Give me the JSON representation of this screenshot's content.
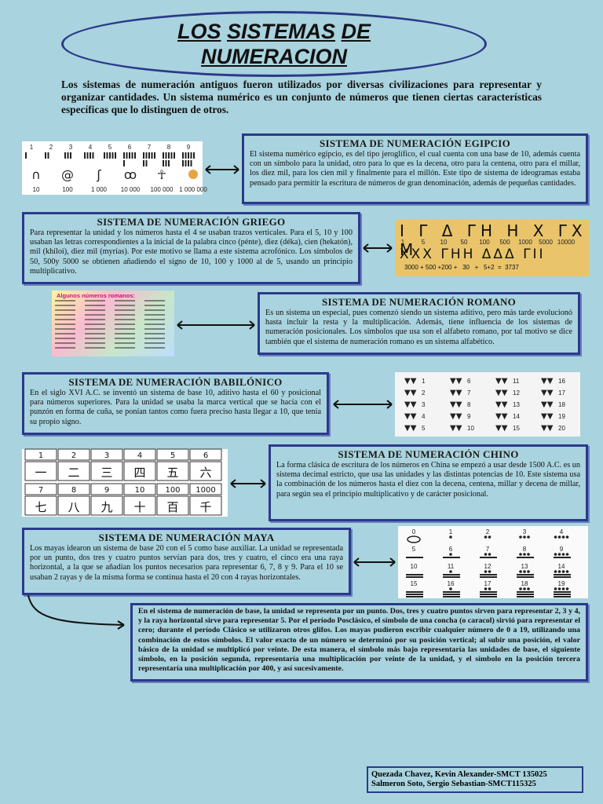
{
  "title": {
    "w1": "LOS",
    "w2": "SISTEMAS",
    "w3": "DE",
    "w4": "NUMERACION"
  },
  "intro": "Los sistemas de numeración antiguos fueron utilizados por diversas civilizaciones para representar y organizar cantidades. Un sistema numérico es un conjunto de números que tienen ciertas características específicas que lo distinguen de otros.",
  "egipcio": {
    "heading": "SISTEMA DE NUMERACIÓN EGIPCIO",
    "text": "El sistema numérico egipcio, es del tipo jeroglífico, el cual cuenta con una base de 10, además cuenta con un símbolo para la unidad, otro para lo que es la decena, otro para la centena, otro para el millar, los diez mil, para los cien mil y finalmente para el millón. Este tipo de sistema de ideogramas estaba pensado para permitir la escritura de números de gran denominación, además de pequeñas cantidades.",
    "img": {
      "top": [
        "1",
        "2",
        "3",
        "4",
        "5",
        "6",
        "7",
        "8",
        "9"
      ],
      "bottom": [
        "10",
        "100",
        "1 000",
        "10 000",
        "100 000",
        "1 000 000"
      ]
    }
  },
  "griego": {
    "heading": "SISTEMA DE NUMERACIÓN GRIEGO",
    "text": "Para representar la unidad y los números hasta el 4 se usaban trazos verticales. Para el 5, 10 y 100 usaban las letras correspondientes a la inicial de la palabra cinco (pénte), diez (déka), cien (hekatón), mil (khíloi), diez mil (myrías). Por este motivo se llama a este sistema acrofónico. Los símbolos de 50, 500y 5000 se obtienen añadiendo el signo de 10, 100 y 1000 al de 5, usando un principio multiplicativo.",
    "img": {
      "symbols": "Ι Γ Δ ΓΗ Η Χ ΓΧ Μ",
      "values": [
        "1",
        "5",
        "10",
        "50",
        "100",
        "500",
        "1000",
        "5000",
        "10000"
      ],
      "example": "ΧΧΧ ΓΗΗ ΔΔΔ ΓΙΙ",
      "sum": "3000 + 500 +200 +   30   +   5+2  =  3737"
    }
  },
  "romano": {
    "heading": "SISTEMA DE NUMERACIÓN ROMANO",
    "text": "Es un sistema un especial, pues comenzó siendo un sistema aditivo, pero más tarde evolucionó hasta incluir la resta y la multiplicación. Además, tiene influencia de los sistemas de numeración posicionales. Los símbolos que usa son el alfabeto romano, por tal motivo se dice también que el sistema de numeración romano es un sistema alfabético.",
    "img": {
      "caption": "Algunos números romanos:"
    }
  },
  "babilonico": {
    "heading": "SISTEMA DE NUMERACIÓN BABILÓNICO",
    "text": "En el siglo XVI A.C. se inventó un sistema de base 10, aditivo hasta el 60 y posicional para números superiores. Para la unidad se usaba la marca vertical que se hacía con el punzón en forma de cuña, se ponían tantos como fuera preciso hasta llegar a 10, que tenía su propio signo.",
    "img": {
      "numbers": [
        "1",
        "6",
        "11",
        "16",
        "2",
        "7",
        "12",
        "17",
        "3",
        "8",
        "13",
        "18",
        "4",
        "9",
        "14",
        "19",
        "5",
        "10",
        "15",
        "20"
      ]
    }
  },
  "chino": {
    "heading": "SISTEMA DE NUMERACIÓN CHINO",
    "text": "La forma clásica de escritura de los números en China se empezó a usar desde 1500 A.C. es un sistema decimal estricto, que usa las unidades y las distintas potencias de 10. Este sistema usa la combinación de los números hasta el diez con la decena, centena, millar y decena de millar, para según sea el principio multiplicativo y de carácter posicional.",
    "img": {
      "row1": [
        "1",
        "2",
        "3",
        "4",
        "5",
        "6"
      ],
      "row2": [
        "一",
        "二",
        "三",
        "四",
        "五",
        "六"
      ],
      "row3": [
        "7",
        "8",
        "9",
        "10",
        "100",
        "1000"
      ],
      "row4": [
        "七",
        "八",
        "九",
        "十",
        "百",
        "千"
      ]
    }
  },
  "maya": {
    "heading": "SISTEMA DE NUMERACIÓN MAYA",
    "text": "Los mayas idearon un sistema de base 20 con el 5 como base auxiliar. La unidad se representada por un punto, dos tres y cuatro puntos servían para dos, tres y cuatro, el cinco era una raya horizontal, a la que se añadían los puntos necesarios para representar 6, 7, 8 y 9. Para el 10 se usaban 2 rayas y de la misma forma se continua hasta el 20 con 4 rayas horizontales.",
    "img": {
      "numbers": [
        "0",
        "1",
        "2",
        "3",
        "4",
        "5",
        "6",
        "7",
        "8",
        "9",
        "10",
        "11",
        "12",
        "13",
        "14",
        "15",
        "16",
        "17",
        "18",
        "19"
      ]
    }
  },
  "maya_extra": {
    "text": "En el sistema de numeración de base, la unidad se representa por un punto. Dos, tres y cuatro puntos sirven para representar 2, 3 y 4, y la raya horizontal sirve para representar 5. Por el período Posclásico, el símbolo de una concha (o caracol) sirvió para representar el cero; durante el período Clásico se utilizaron otros glifos. Los mayas pudieron escribir cualquier número de 0 a 19, utilizando una combinación de estos símbolos. El valor exacto de un número se determinó por su posición vertical; al subir una posición, el valor básico de la unidad se multiplicó por veinte. De esta manera, el símbolo más bajo representaría las unidades de base, el siguiente símbolo, en la posición segunda, representaría una multiplicación por veinte de la unidad, y el símbolo en la posición tercera representaría una multiplicación por 400, y así sucesivamente."
  },
  "authors": {
    "line1": "Quezada Chavez, Kevin Alexander-SMCT 135025",
    "line2": "Salmeron Soto, Sergio Sebastian-SMCT115325"
  }
}
